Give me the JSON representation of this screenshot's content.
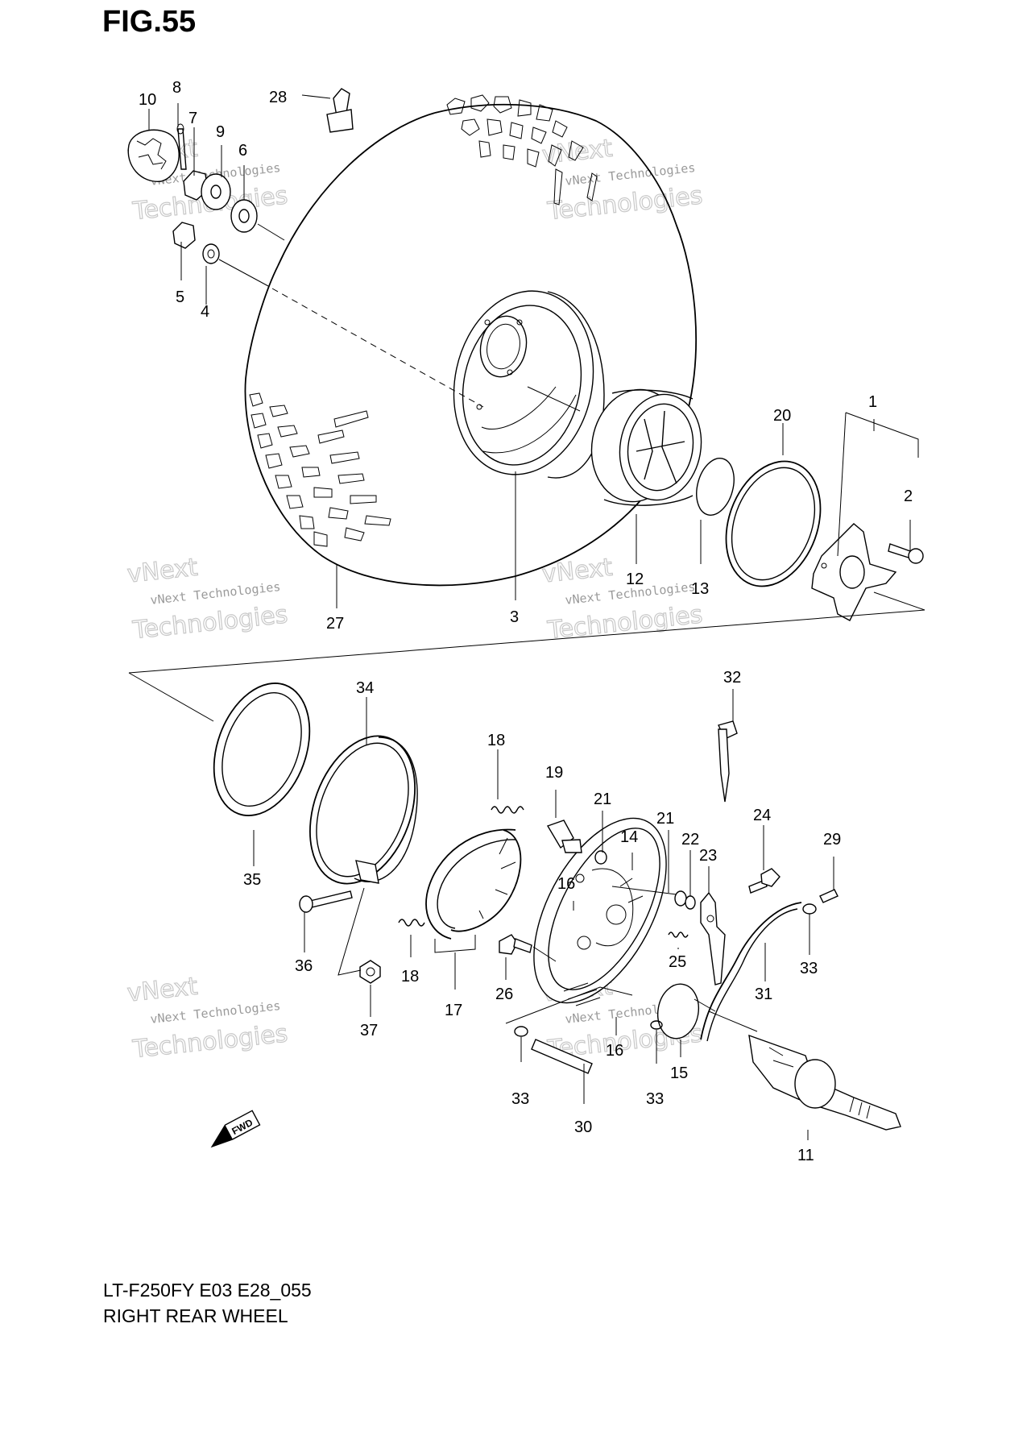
{
  "figure": {
    "title": "FIG.55",
    "model_code": "LT-F250FY  E03  E28_055",
    "caption": "RIGHT REAR WHEEL"
  },
  "fwd_badge": "FWD",
  "watermark": {
    "line1": "vNext Technologies",
    "line2": "vNext",
    "line3": "Technologies"
  },
  "callouts": [
    {
      "label": "1"
    },
    {
      "label": "2"
    },
    {
      "label": "3"
    },
    {
      "label": "4"
    },
    {
      "label": "5"
    },
    {
      "label": "6"
    },
    {
      "label": "7"
    },
    {
      "label": "8"
    },
    {
      "label": "9"
    },
    {
      "label": "10"
    },
    {
      "label": "11"
    },
    {
      "label": "12"
    },
    {
      "label": "13"
    },
    {
      "label": "14"
    },
    {
      "label": "15"
    },
    {
      "label": "16"
    },
    {
      "label": "16"
    },
    {
      "label": "17"
    },
    {
      "label": "18"
    },
    {
      "label": "18"
    },
    {
      "label": "19"
    },
    {
      "label": "20"
    },
    {
      "label": "21"
    },
    {
      "label": "21"
    },
    {
      "label": "22"
    },
    {
      "label": "23"
    },
    {
      "label": "24"
    },
    {
      "label": "25"
    },
    {
      "label": "26"
    },
    {
      "label": "27"
    },
    {
      "label": "28"
    },
    {
      "label": "29"
    },
    {
      "label": "30"
    },
    {
      "label": "31"
    },
    {
      "label": "32"
    },
    {
      "label": "33"
    },
    {
      "label": "33"
    },
    {
      "label": "33"
    },
    {
      "label": "34"
    },
    {
      "label": "35"
    },
    {
      "label": "36"
    },
    {
      "label": "37"
    }
  ]
}
